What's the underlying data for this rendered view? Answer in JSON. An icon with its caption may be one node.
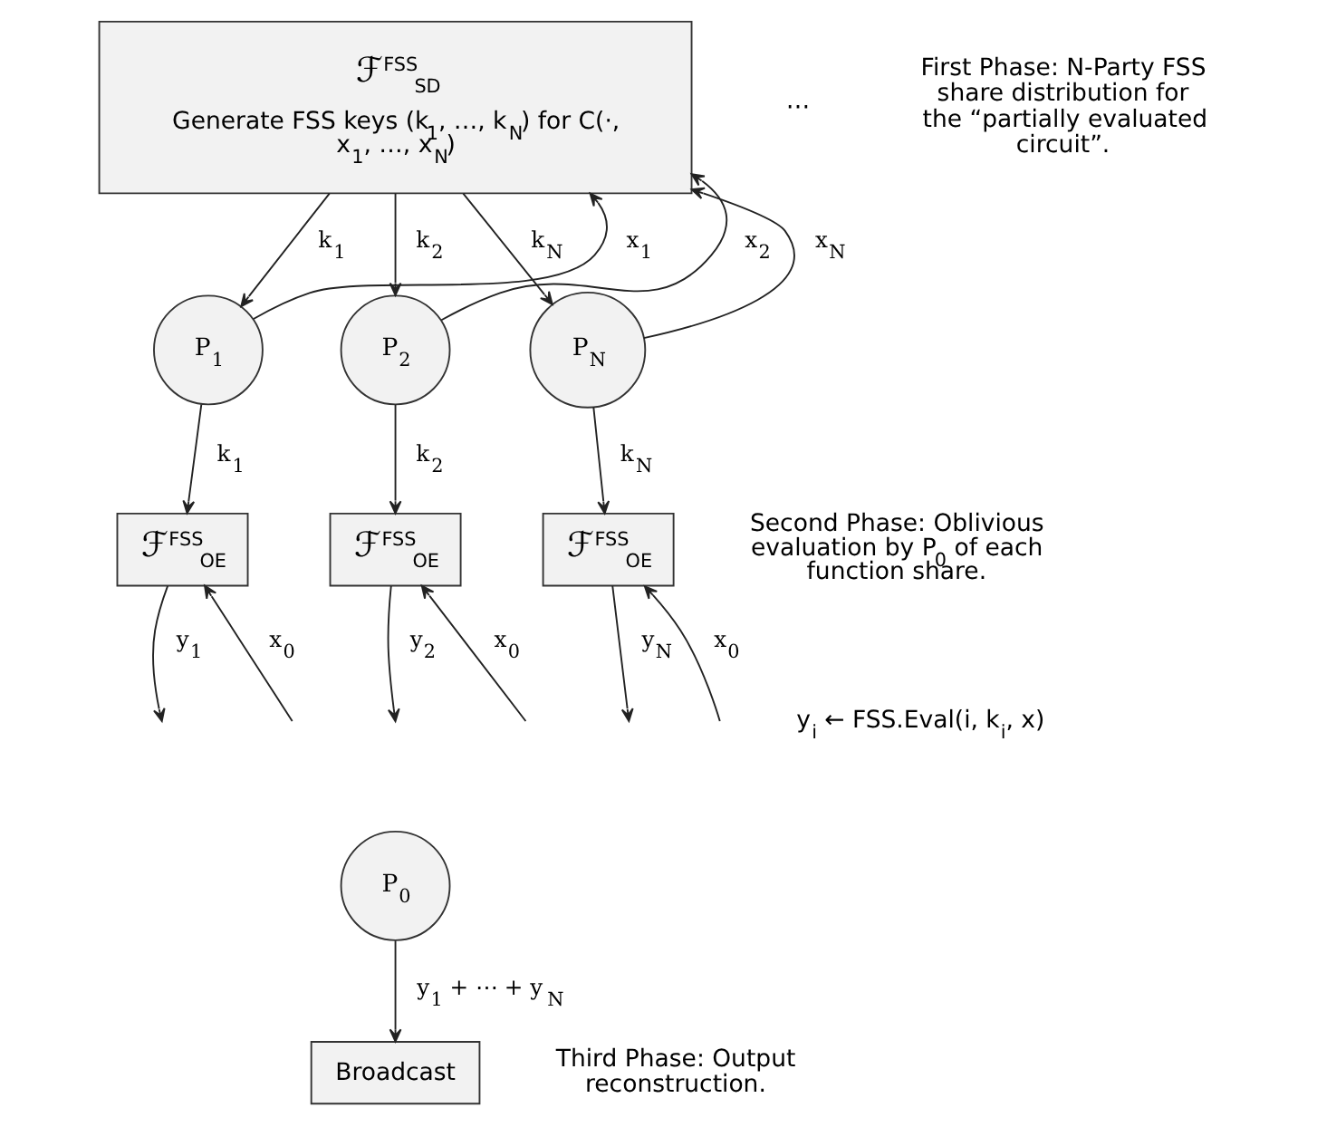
{
  "diagram": {
    "nodes": [
      {
        "text": [
          "ℱ$^{FSS}$$_{SD}$",
          "Generate FSS keys (k$_{1}$, …, k$_{N}$) for C(·, x$_{1}$, …, x$_{N}$)"
        ]
      },
      {
        "text": [
          "P$_{1}$"
        ]
      },
      {
        "text": [
          "P$_{2}$"
        ]
      },
      {
        "text": [
          "P$_{N}$"
        ]
      },
      {
        "text": [
          "ℱ$^{FSS}$$_{OE}$"
        ]
      },
      {
        "text": [
          "ℱ$^{FSS}$$_{OE}$"
        ]
      },
      {
        "text": [
          "ℱ$^{FSS}$$_{OE}$"
        ]
      },
      {
        "text": [
          "P$_{0}$"
        ]
      },
      {
        "text": [
          "Broadcast"
        ]
      }
    ],
    "edges": [
      {
        "from": 1,
        "to": 0,
        "arrow": "to",
        "label": "x$_{1}$"
      },
      {
        "from": 0,
        "to": 1,
        "arrow": "to",
        "label": "k$_{1}$"
      },
      {
        "from": 2,
        "to": 0,
        "arrow": "to",
        "label": "x$_{2}$"
      },
      {
        "from": 0,
        "to": 2,
        "arrow": "to",
        "label": "k$_{2}$"
      },
      {
        "from": 3,
        "to": 0,
        "arrow": "to",
        "label": "x$_{N}$"
      },
      {
        "from": 0,
        "to": 3,
        "arrow": "to",
        "label": "k$_{N}$"
      },
      {
        "from": 1,
        "to": 4,
        "arrow": "to",
        "label": "k$_{1}$"
      },
      {
        "from": 2,
        "to": 5,
        "arrow": "to",
        "label": "k$_{2}$"
      },
      {
        "from": 3,
        "to": 6,
        "arrow": "to",
        "label": "k$_{N}$"
      },
      {
        "from": null,
        "to": 4,
        "arrow": "to",
        "label": "x$_{0}$"
      },
      {
        "from": 4,
        "to": null,
        "arrow": "to",
        "label": "y$_{1}$"
      },
      {
        "from": null,
        "to": 5,
        "arrow": "to",
        "label": "x$_{0}$"
      },
      {
        "from": 5,
        "to": null,
        "arrow": "to",
        "label": "y$_{2}$"
      },
      {
        "from": null,
        "to": 6,
        "arrow": "to",
        "label": "x$_{0}$"
      },
      {
        "from": 6,
        "to": null,
        "arrow": "to",
        "label": "y$_{N}$"
      },
      {
        "from": 7,
        "to": 8,
        "arrow": "to",
        "label": "y$_{1}$ + ⋯ + y$_{N}$"
      }
    ],
    "labels": [
      "First Phase: N-Party FSS share distribution for the “partially evaluated circuit”.",
      "⋯",
      "Second Phase: Oblivious evaluation by P$_{0}$ of each function share.",
      "y$_{i}$ ← FSS.Eval(i, k$_{i}$, x)",
      "Third Phase: Output reconstruction."
    ]
  }
}
